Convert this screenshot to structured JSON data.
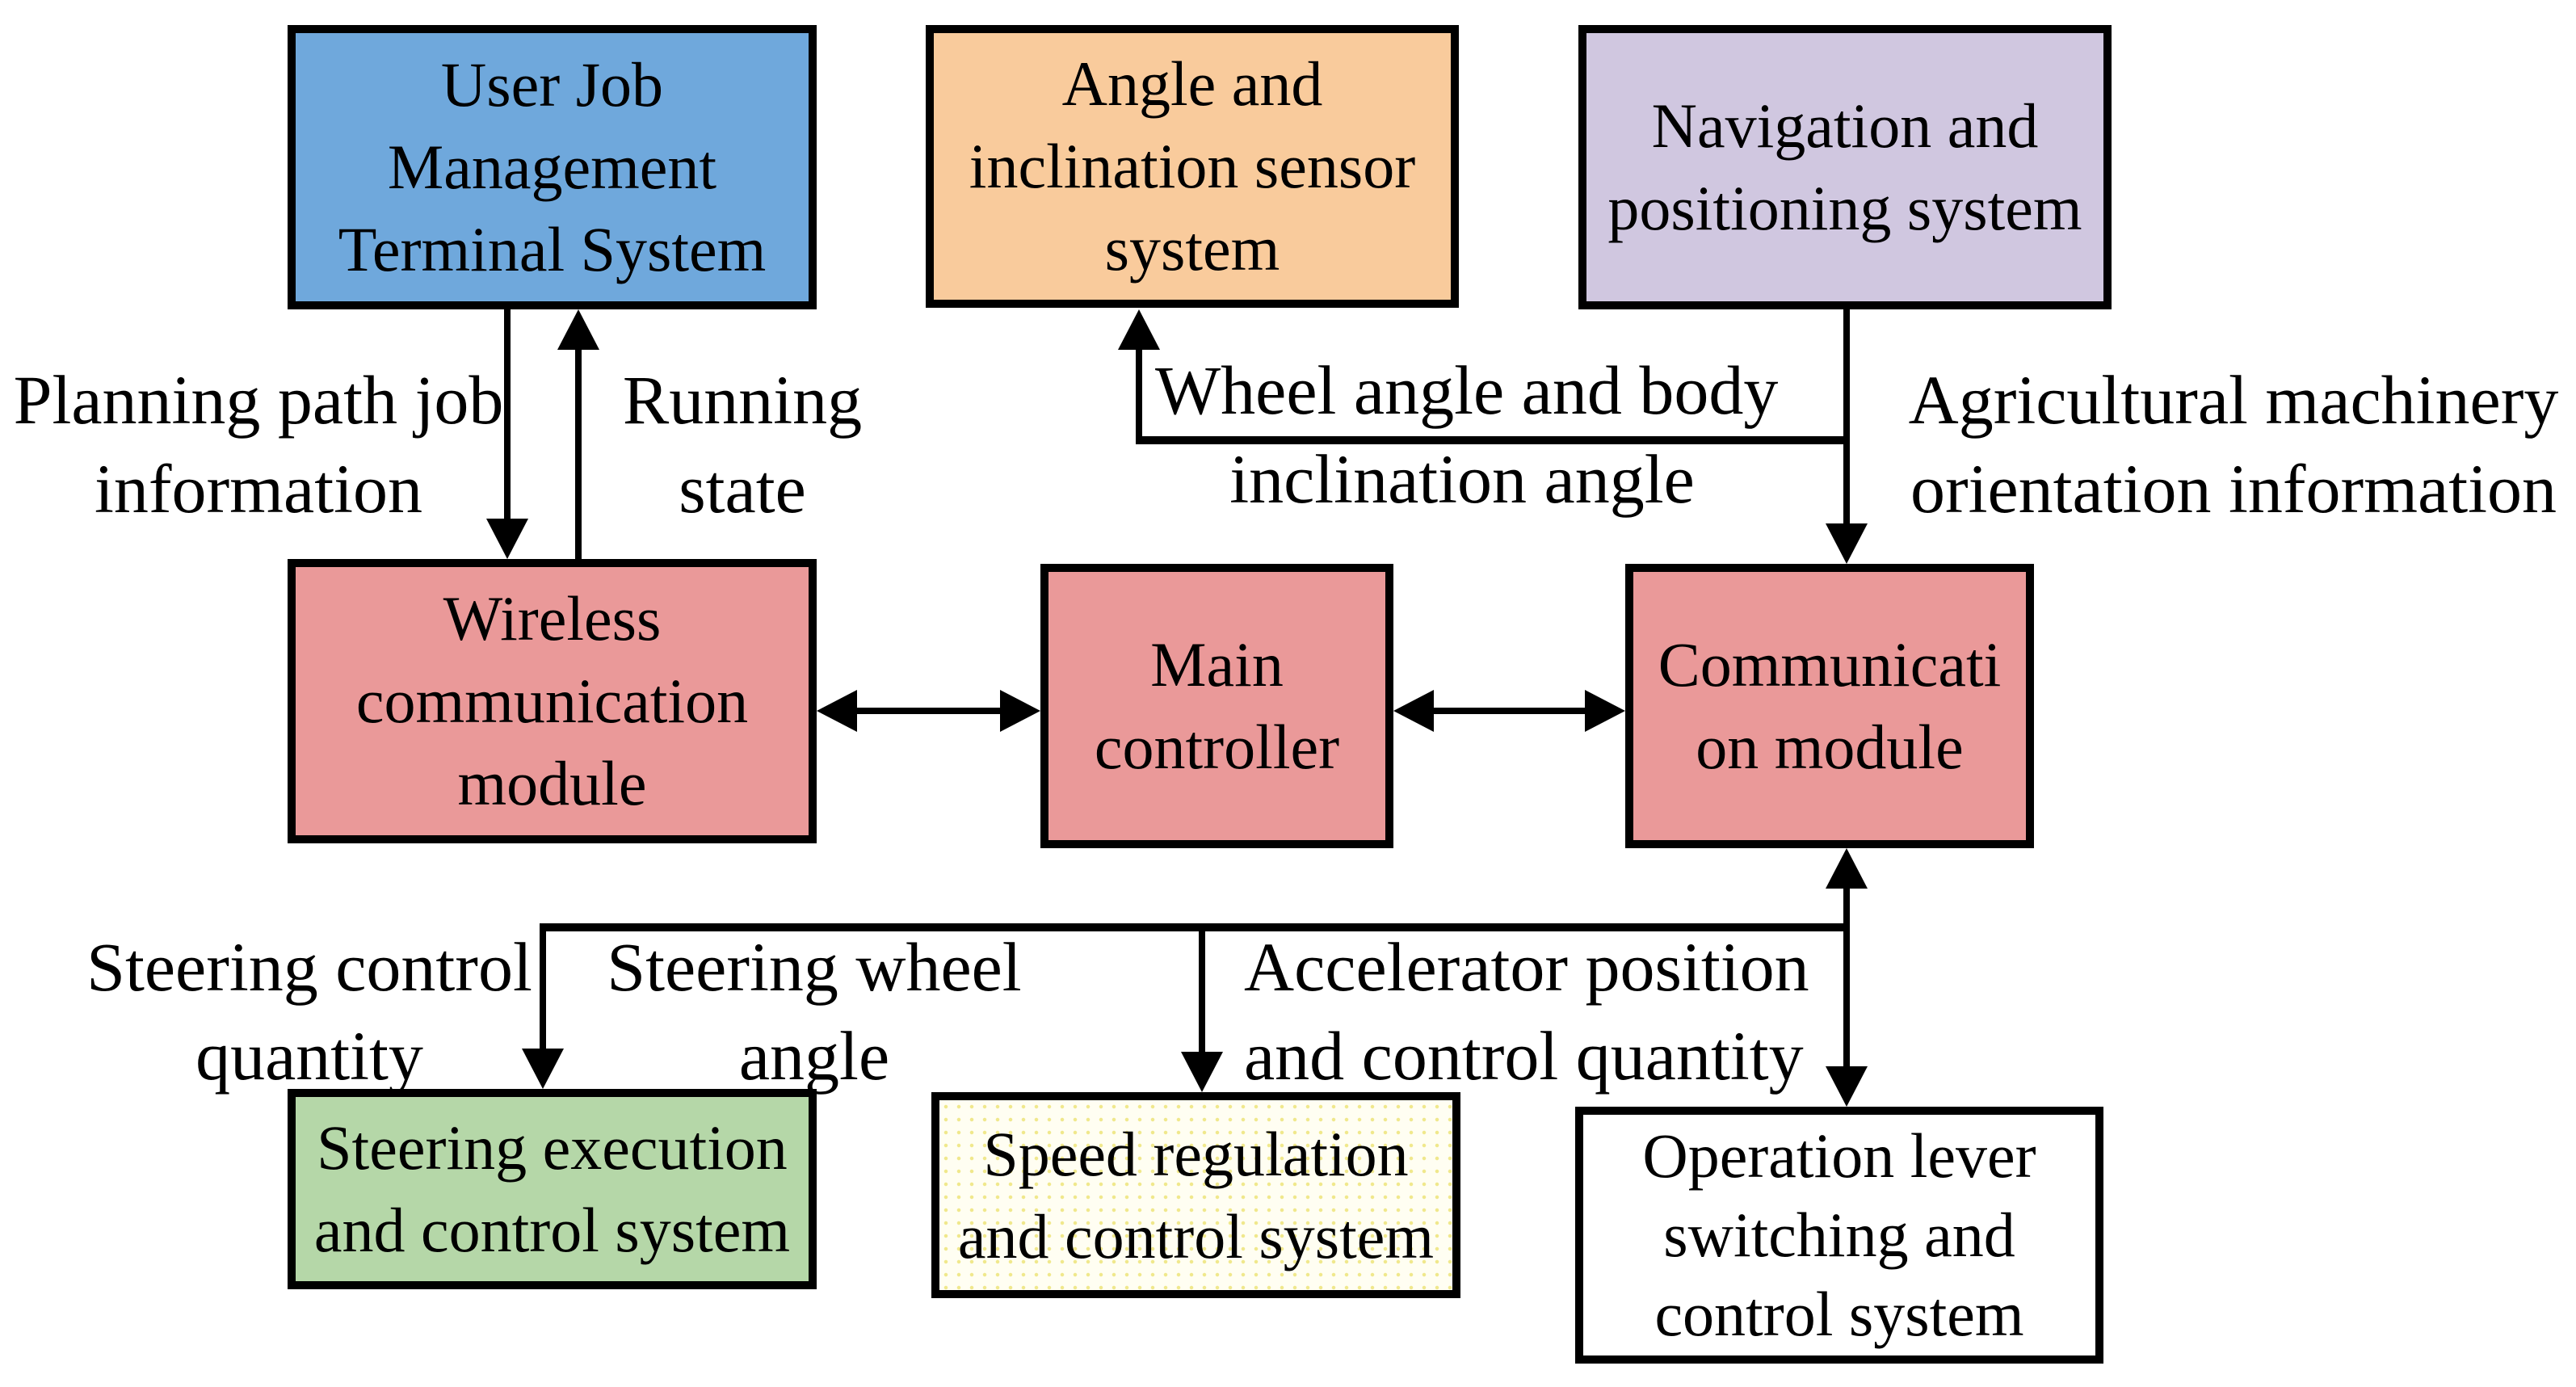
{
  "diagram": {
    "background": "#ffffff",
    "stroke_color": "#000000",
    "text_color": "#000000"
  },
  "boxes": [
    {
      "name": "user-job-management-terminal-system",
      "fill": "#6fa8dc",
      "lines": [
        "User Job",
        "Management",
        "Terminal System"
      ]
    },
    {
      "name": "angle-and-inclination-sensor-system",
      "fill": "#f9cb9c",
      "lines": [
        "Angle and",
        "inclination sensor",
        "system"
      ]
    },
    {
      "name": "navigation-and-positioning-system",
      "fill": "#d0c7e0",
      "lines": [
        "Navigation and",
        "positioning system"
      ]
    },
    {
      "name": "wireless-communication-module",
      "fill": "#ea9999",
      "lines": [
        "Wireless",
        "communication",
        "module"
      ]
    },
    {
      "name": "main-controller",
      "fill": "#ea9999",
      "lines": [
        "Main",
        "controller"
      ]
    },
    {
      "name": "communication-module",
      "fill": "#ea9999",
      "lines": [
        "Communicati",
        "on module"
      ]
    },
    {
      "name": "steering-execution-and-control-system",
      "fill": "#b5d7a8",
      "lines": [
        "Steering execution",
        "and control system"
      ]
    },
    {
      "name": "speed-regulation-and-control-system",
      "fill": "#fffef2",
      "lines": [
        "Speed regulation",
        "and control system"
      ]
    },
    {
      "name": "operation-lever-switching-and-control-system",
      "fill": "#ffffff",
      "lines": [
        "Operation lever",
        "switching and",
        "control system"
      ]
    }
  ],
  "edge_labels": [
    {
      "name": "planning-path-job-information",
      "lines": [
        "Planning path job",
        "information"
      ]
    },
    {
      "name": "running-state",
      "lines": [
        "Running",
        "state"
      ]
    },
    {
      "name": "wheel-angle-and-body-inclination-angle",
      "lines": [
        "Wheel angle and body",
        "inclination angle"
      ]
    },
    {
      "name": "agricultural-machinery-orientation-information",
      "lines": [
        "Agricultural machinery",
        "orientation information"
      ]
    },
    {
      "name": "steering-control-quantity",
      "lines": [
        "Steering control",
        "quantity"
      ]
    },
    {
      "name": "steering-wheel-angle",
      "lines": [
        "Steering wheel",
        "angle"
      ]
    },
    {
      "name": "accelerator-position-and-control-quantity",
      "lines": [
        "Accelerator position",
        "and control quantity"
      ]
    }
  ]
}
